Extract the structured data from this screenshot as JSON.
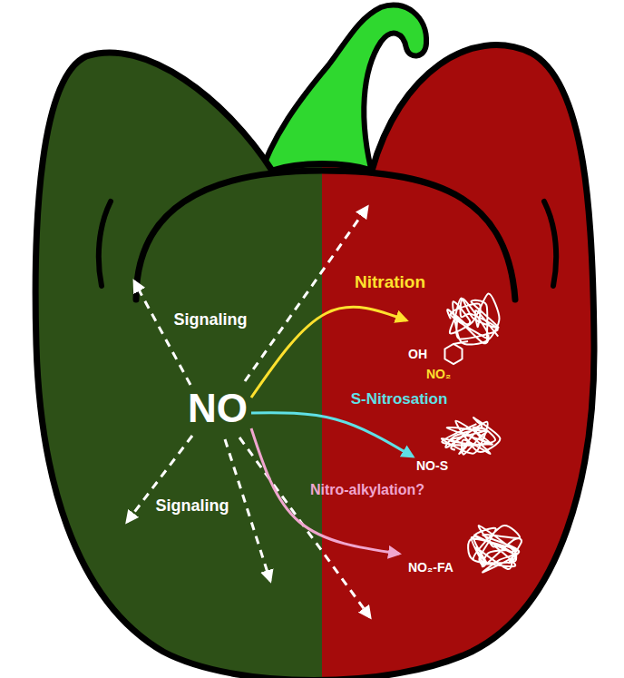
{
  "diagram": {
    "nodes": [
      {
        "text": [
          "NO"
        ]
      },
      {
        "text": [
          "OH",
          "NO₂"
        ]
      },
      {
        "text": [
          "NO-S"
        ]
      },
      {
        "text": [
          "NO₂-FA"
        ]
      }
    ],
    "edges": [
      {
        "from": 0,
        "to": 1,
        "arrow": "to",
        "label": "Nitration"
      },
      {
        "from": 0,
        "to": 2,
        "arrow": "to",
        "label": "S-Nitrosation"
      },
      {
        "from": 0,
        "to": 3,
        "arrow": "to",
        "label": "Nitro-alkylation?"
      }
    ],
    "labels": [
      "Signaling",
      "Signaling"
    ]
  }
}
